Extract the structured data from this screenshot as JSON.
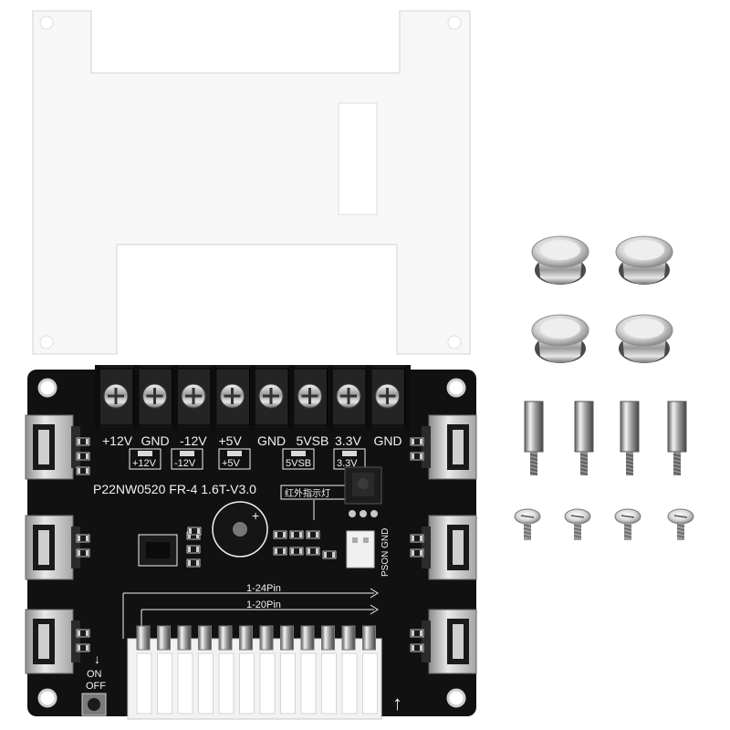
{
  "terminal_labels": [
    "+12V",
    "GND",
    "-12V",
    "+5V",
    "GND",
    "5VSB",
    "3.3V",
    "GND"
  ],
  "led_labels": [
    "+12V",
    "-12V",
    "+5V",
    "5VSB",
    "3.3V"
  ],
  "model_text": "P22NW0520 FR-4 1.6T-V3.0",
  "ir_label": "红外指示灯",
  "pin_labels": {
    "p24": "1-24Pin",
    "p20": "1-20Pin"
  },
  "header_label": "PSON GND",
  "switch_label": {
    "on": "ON",
    "off": "OFF"
  },
  "colors": {
    "pcb": "#111111",
    "acrylic": "#f7f7f7",
    "metal": "#c8c8c8",
    "silkscreen": "#f2f2f2"
  }
}
